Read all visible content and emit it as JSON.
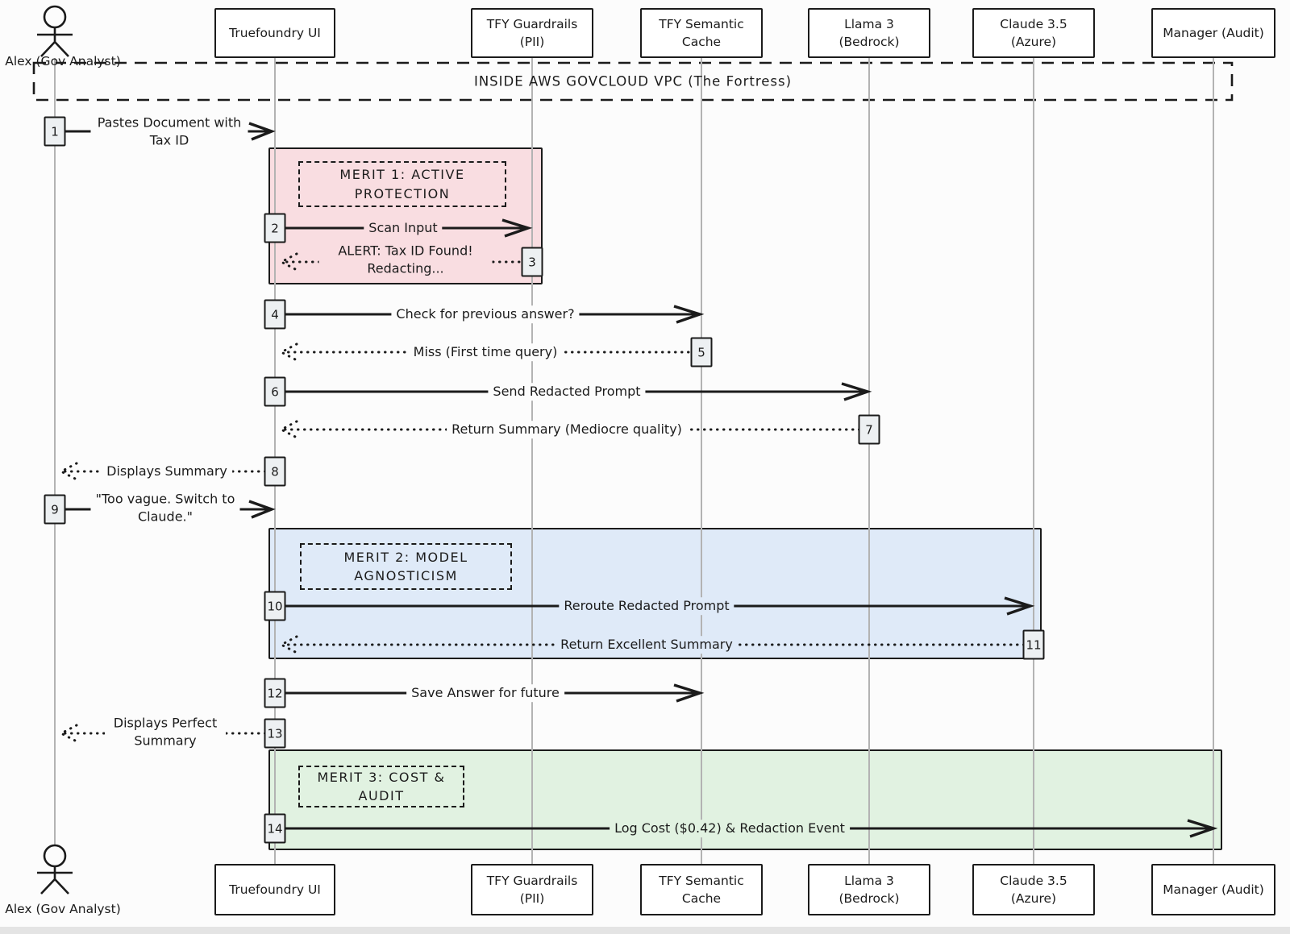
{
  "vpc": {
    "label": "INSIDE AWS GOVCLOUD VPC (The Fortress)"
  },
  "actor": {
    "label": "Alex (Gov Analyst)"
  },
  "participants": [
    {
      "id": "truefoundry-ui",
      "label": "Truefoundry UI"
    },
    {
      "id": "tfy-guardrails",
      "label": "TFY Guardrails (PII)"
    },
    {
      "id": "tfy-semantic-cache",
      "label": "TFY Semantic Cache"
    },
    {
      "id": "llama-3",
      "label": "Llama 3 (Bedrock)"
    },
    {
      "id": "claude-35",
      "label": "Claude 3.5 (Azure)"
    },
    {
      "id": "manager-audit",
      "label": "Manager (Audit)"
    }
  ],
  "merits": [
    {
      "label": "MERIT 1: ACTIVE PROTECTION",
      "color": "#f9dde1"
    },
    {
      "label": "MERIT 2: MODEL AGNOSTICISM",
      "color": "#dfeaf8"
    },
    {
      "label": "MERIT 3: COST & AUDIT",
      "color": "#e1f2e1"
    }
  ],
  "messages": [
    {
      "num": "1",
      "label": "Pastes Document with Tax ID",
      "type": "solid"
    },
    {
      "num": "2",
      "label": "Scan Input",
      "type": "solid"
    },
    {
      "num": "3",
      "label": "ALERT: Tax ID Found! Redacting...",
      "type": "dotted"
    },
    {
      "num": "4",
      "label": "Check for previous answer?",
      "type": "solid"
    },
    {
      "num": "5",
      "label": "Miss (First time query)",
      "type": "dotted"
    },
    {
      "num": "6",
      "label": "Send Redacted Prompt",
      "type": "solid"
    },
    {
      "num": "7",
      "label": "Return Summary (Mediocre quality)",
      "type": "dotted"
    },
    {
      "num": "8",
      "label": "Displays Summary",
      "type": "dotted"
    },
    {
      "num": "9",
      "label": "\"Too vague. Switch to Claude.\"",
      "type": "solid"
    },
    {
      "num": "10",
      "label": "Reroute Redacted Prompt",
      "type": "solid"
    },
    {
      "num": "11",
      "label": "Return Excellent Summary",
      "type": "dotted"
    },
    {
      "num": "12",
      "label": "Save Answer for future",
      "type": "solid"
    },
    {
      "num": "13",
      "label": "Displays Perfect Summary",
      "type": "dotted"
    },
    {
      "num": "14",
      "label": "Log Cost ($0.42) & Redaction Event",
      "type": "solid"
    }
  ]
}
